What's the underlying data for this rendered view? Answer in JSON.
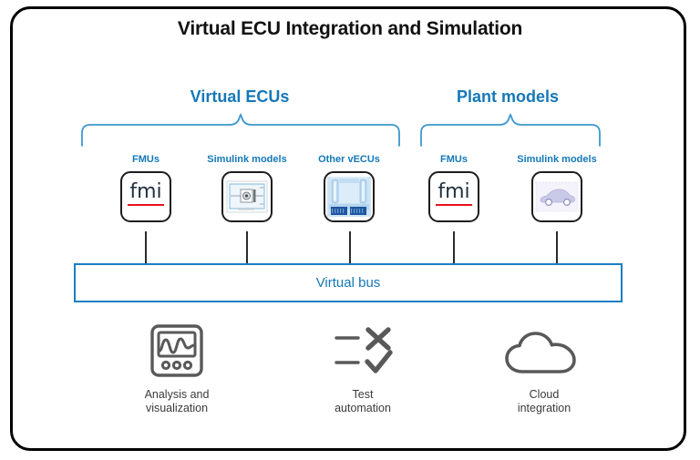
{
  "title": "Virtual ECU Integration and Simulation",
  "colors": {
    "accent_blue": "#1578B8",
    "bus_border": "#1A7FC1",
    "brace": "#3C97CE",
    "frame": "#000000",
    "icon_gray": "#595959",
    "fmi_text": "#22303f",
    "fmi_rule": "#e8121f",
    "card_border": "#1d1d1d",
    "connector": "#2b2b2b",
    "label_text": "#3b3b3b"
  },
  "groups": [
    {
      "heading": "Virtual ECUs"
    },
    {
      "heading": "Plant models"
    }
  ],
  "items": [
    {
      "label": "FMUs",
      "icon": "fmi-logo-icon",
      "group": "Virtual ECUs"
    },
    {
      "label": "Simulink models",
      "icon": "simulink-block-icon",
      "group": "Virtual ECUs"
    },
    {
      "label": "Other vECUs",
      "icon": "ecu-board-icon",
      "group": "Virtual ECUs"
    },
    {
      "label": "FMUs",
      "icon": "fmi-logo-icon",
      "group": "Plant models"
    },
    {
      "label": "Simulink models",
      "icon": "car-model-icon",
      "group": "Plant models"
    }
  ],
  "bus": {
    "label": "Virtual bus"
  },
  "features": [
    {
      "label": "Analysis and\nvisualization",
      "icon": "oscilloscope-icon"
    },
    {
      "label": "Test\nautomation",
      "icon": "test-checklist-icon"
    },
    {
      "label": "Cloud\nintegration",
      "icon": "cloud-icon"
    }
  ]
}
